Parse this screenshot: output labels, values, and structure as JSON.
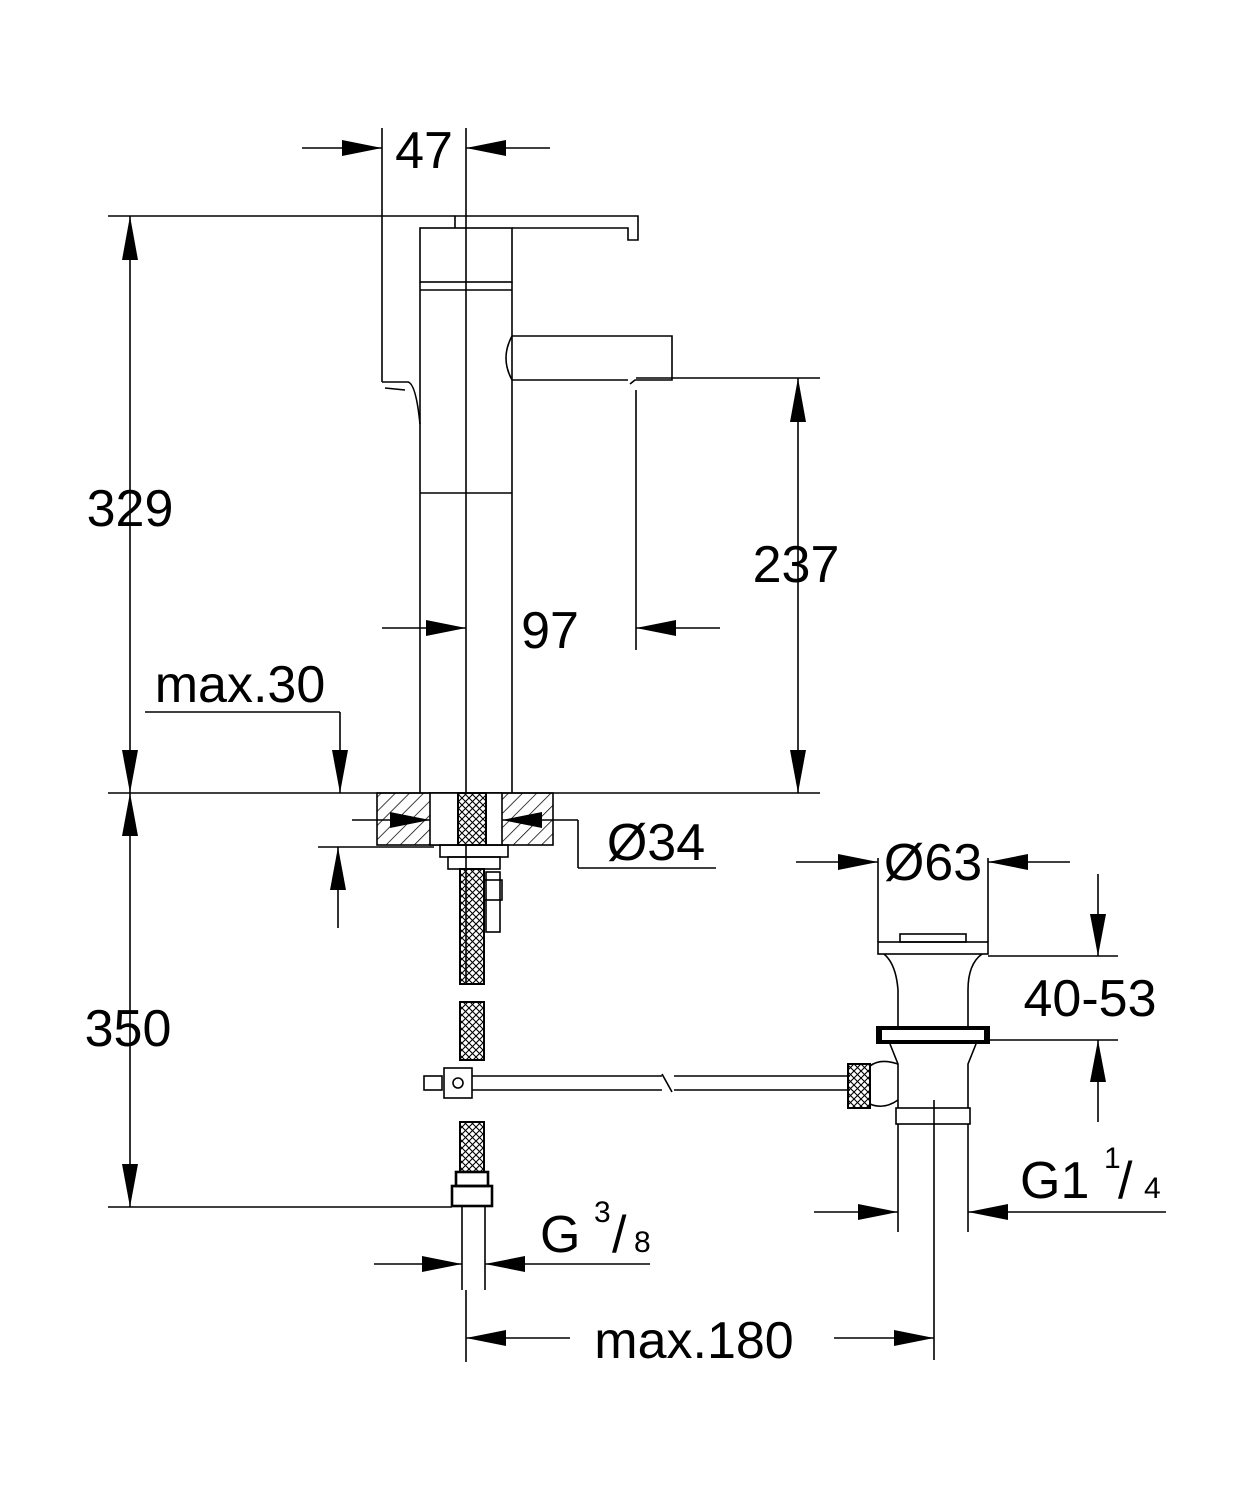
{
  "dimensions": {
    "d47": "47",
    "d329": "329",
    "d237": "237",
    "d97": "97",
    "max30": "max.30",
    "dia34": "Ø34",
    "dia63": "Ø63",
    "d40_53": "40-53",
    "d350": "350",
    "g114_main": "G1",
    "g114_num": "1",
    "g114_sep": "/",
    "g114_den": "4",
    "g38_main": "G",
    "g38_num": "3",
    "g38_sep": "/",
    "g38_den": "8",
    "max180": "max.180"
  }
}
